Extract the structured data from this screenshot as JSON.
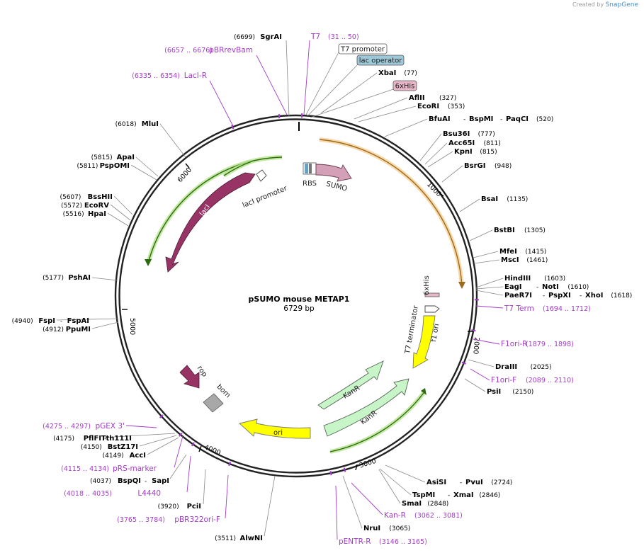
{
  "credit": {
    "prefix": "Created by",
    "brand": "SnapGene"
  },
  "plasmid": {
    "name": "pSUMO mouse METAP1",
    "size_label": "6729 bp",
    "length": 6729
  },
  "colors": {
    "backbone": "#222222",
    "site_label": "#000000",
    "feature_label": "#a23cc9",
    "lacI": "#983465",
    "sumo": "#d4a0b8",
    "rop": "#983465",
    "ori": "#ffff00",
    "f1ori": "#ffff00",
    "kanR": "#c8f5c8",
    "bom": "#a8a8a8",
    "orf_green": "#6fbe2e",
    "orf_orange": "#f0a030"
  },
  "ticks": [
    "1000",
    "2000",
    "3000",
    "4000",
    "5000",
    "6000"
  ],
  "enzymes": [
    {
      "name": "SgrAI",
      "pos": "(6699)"
    },
    {
      "name": "XbaI",
      "pos": "(77)"
    },
    {
      "name": "AflII",
      "pos": "(327)"
    },
    {
      "name": "EcoRI",
      "pos": "(353)"
    },
    {
      "name": "BfuAI",
      "pos": "(520)",
      "extra": [
        "BspMI",
        "PaqCI"
      ]
    },
    {
      "name": "Bsu36I",
      "pos": "(777)"
    },
    {
      "name": "Acc65I",
      "pos": "(811)"
    },
    {
      "name": "KpnI",
      "pos": "(815)"
    },
    {
      "name": "BsrGI",
      "pos": "(948)"
    },
    {
      "name": "BsaI",
      "pos": "(1135)"
    },
    {
      "name": "BstBI",
      "pos": "(1305)"
    },
    {
      "name": "MfeI",
      "pos": "(1415)"
    },
    {
      "name": "MscI",
      "pos": "(1461)"
    },
    {
      "name": "HindIII",
      "pos": "(1603)"
    },
    {
      "name": "EagI",
      "pos": "(1610)",
      "extra": [
        "NotI"
      ]
    },
    {
      "name": "PaeR7I",
      "pos": "(1618)",
      "extra": [
        "PspXI",
        "XhoI"
      ]
    },
    {
      "name": "DraIII",
      "pos": "(2025)"
    },
    {
      "name": "PsiI",
      "pos": "(2150)"
    },
    {
      "name": "AsiSI",
      "pos": "(2724)",
      "extra": [
        "PvuI"
      ]
    },
    {
      "name": "TspMI",
      "pos": "(2846)",
      "extra": [
        "XmaI"
      ]
    },
    {
      "name": "SmaI",
      "pos": "(2848)"
    },
    {
      "name": "NruI",
      "pos": "(3065)"
    },
    {
      "name": "AlwNI",
      "pos": "(3511)"
    },
    {
      "name": "PciI",
      "pos": "(3920)"
    },
    {
      "name": "BspQI",
      "pos": "(4037)",
      "extra": [
        "SapI"
      ]
    },
    {
      "name": "AccI",
      "pos": "(4149)"
    },
    {
      "name": "BstZ17I",
      "pos": "(4150)"
    },
    {
      "name": "PflFI",
      "pos": "(4175)",
      "extra": [
        "Tth111I"
      ]
    },
    {
      "name": "FspI",
      "pos": "(4940)",
      "extra": [
        "FspAI"
      ]
    },
    {
      "name": "PpuMI",
      "pos": "(4912)"
    },
    {
      "name": "PshAI",
      "pos": "(5177)"
    },
    {
      "name": "HpaI",
      "pos": "(5516)"
    },
    {
      "name": "EcoRV",
      "pos": "(5572)"
    },
    {
      "name": "BssHII",
      "pos": "(5607)"
    },
    {
      "name": "PspOMI",
      "pos": "(5811)"
    },
    {
      "name": "ApaI",
      "pos": "(5815)"
    },
    {
      "name": "MluI",
      "pos": "(6018)"
    }
  ],
  "primers": [
    {
      "name": "T7",
      "range": "(31 .. 50)"
    },
    {
      "name": "pBRrevBam",
      "range": "(6657 .. 6676)"
    },
    {
      "name": "LacI-R",
      "range": "(6335 .. 6354)"
    },
    {
      "name": "T7 Term",
      "range": "(1694 .. 1712)"
    },
    {
      "name": "F1ori-R",
      "range": "(1879 .. 1898)"
    },
    {
      "name": "F1ori-F",
      "range": "(2089 .. 2110)"
    },
    {
      "name": "Kan-R",
      "range": "(3062 .. 3081)"
    },
    {
      "name": "pENTR-R",
      "range": "(3146 .. 3165)"
    },
    {
      "name": "pBR322ori-F",
      "range": "(3765 .. 3784)"
    },
    {
      "name": "L4440",
      "range": "(4018 .. 4035)"
    },
    {
      "name": "pRS-marker",
      "range": "(4115 .. 4134)"
    },
    {
      "name": "pGEX 3'",
      "range": "(4275 .. 4297)"
    }
  ],
  "boxed": [
    {
      "name": "T7 promoter",
      "fill": "#ffffff"
    },
    {
      "name": "lac operator",
      "fill": "#9cc8d8"
    },
    {
      "name": "6xHis",
      "fill": "#e6b7c8"
    }
  ],
  "features": {
    "rbs": "RBS",
    "sumo": "SUMO",
    "lacI_promoter": "lacI promoter",
    "lacI": "lacI",
    "his_inner": "6xHis",
    "t7_terminator": "T7 terminator",
    "f1_ori": "f1 ori",
    "kanR_1": "KanR",
    "kanR_2": "KanR",
    "ori": "ori",
    "rop": "rop",
    "bom": "bom"
  }
}
